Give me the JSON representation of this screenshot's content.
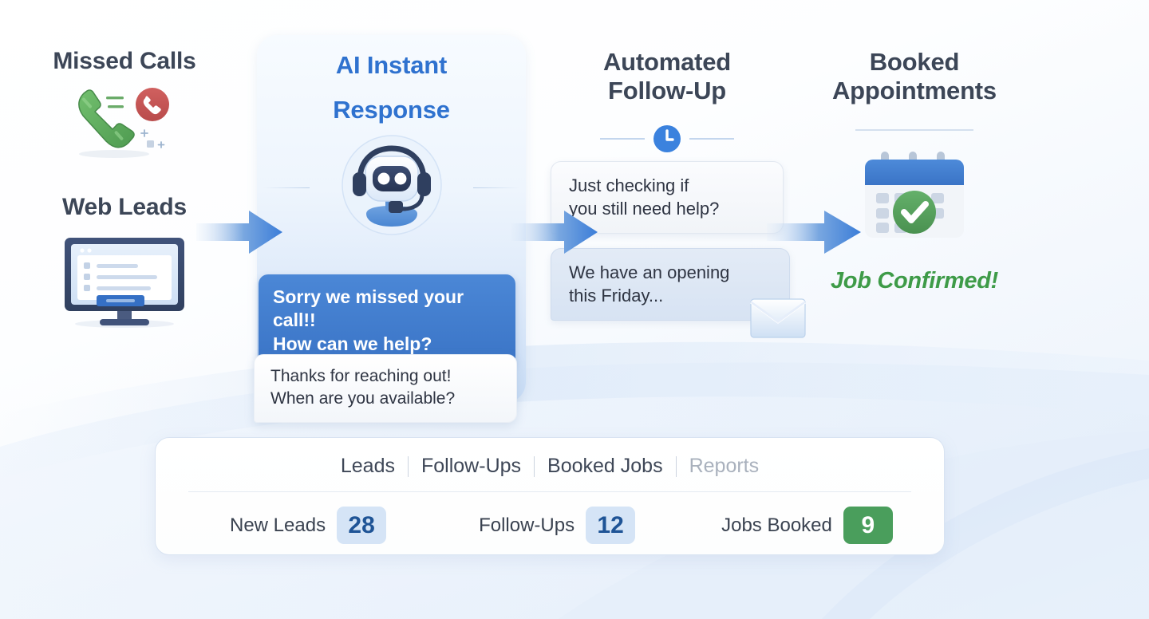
{
  "sources": {
    "missed_calls_label": "Missed Calls",
    "missed_calls_icon": "missed-call-phone-icon",
    "web_leads_label": "Web Leads",
    "web_leads_icon": "desktop-web-form-icon"
  },
  "ai_panel": {
    "title_line1": "AI Instant",
    "title_line2": "Response",
    "bot_icon": "robot-headset-icon",
    "bubbles": [
      {
        "role": "outbound",
        "line1": "Sorry we missed your call!!",
        "line2": "How can we help?"
      },
      {
        "role": "inbound",
        "line1": "Thanks for reaching out!",
        "line2": "When are you available?"
      }
    ]
  },
  "followup": {
    "title_line1": "Automated",
    "title_line2": "Follow-Up",
    "clock_icon": "clock-icon",
    "messages": [
      {
        "line1": "Just checking if",
        "line2": "you still need help?"
      },
      {
        "line1": "We have an opening",
        "line2": "this Friday..."
      }
    ],
    "envelope_icon": "envelope-icon"
  },
  "booked": {
    "title_line1": "Booked",
    "title_line2": "Appointments",
    "calendar_icon": "calendar-check-icon",
    "confirmation_label": "Job Confirmed!"
  },
  "dashboard": {
    "tabs": [
      {
        "label": "Leads",
        "muted": false
      },
      {
        "label": "Follow-Ups",
        "muted": false
      },
      {
        "label": "Booked Jobs",
        "muted": false
      },
      {
        "label": "Reports",
        "muted": true
      }
    ],
    "stats": [
      {
        "label": "New Leads",
        "value": "28",
        "style": "blue"
      },
      {
        "label": "Follow-Ups",
        "value": "12",
        "style": "blue"
      },
      {
        "label": "Jobs Booked",
        "value": "9",
        "style": "green"
      }
    ]
  },
  "colors": {
    "accent_blue": "#2f72cf",
    "bubble_blue": "#3a74c6",
    "success_green": "#4a9e5c",
    "confirm_green": "#3e9b48",
    "heading_slate": "#3c4657",
    "badge_blue_bg": "#d5e4f6",
    "badge_blue_text": "#1f5496"
  }
}
